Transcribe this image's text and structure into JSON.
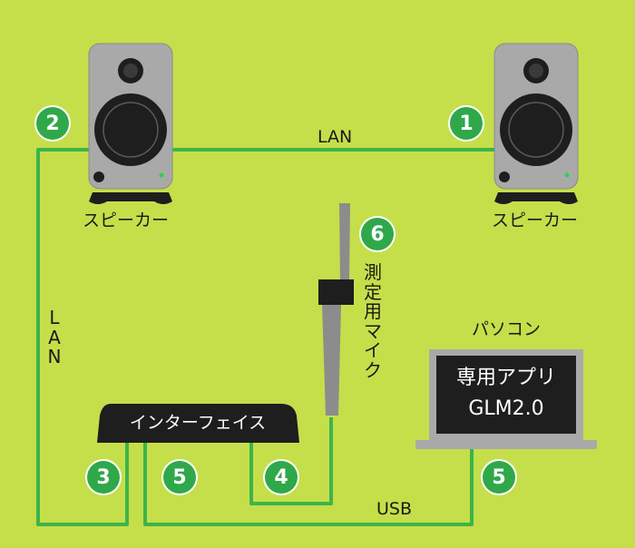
{
  "colors": {
    "background": "#c5df4a",
    "cable": "#3cb44b",
    "badge": "#2fa84a",
    "speaker_body": "#a9a9a9",
    "dark": "#1e1e1e"
  },
  "speakers": [
    {
      "label": "スピーカー",
      "badge": "1"
    },
    {
      "label": "スピーカー",
      "badge": "2"
    }
  ],
  "cables": {
    "lan_top": "LAN",
    "lan_side": "LAN",
    "usb": "USB"
  },
  "interface": {
    "label": "インターフェイス",
    "badge_lan": "3",
    "badge_usb": "5",
    "badge_mic": "4"
  },
  "mic": {
    "label": "測定用マイク",
    "badge": "6"
  },
  "pc": {
    "label": "パソコン",
    "screen_line1": "専用アプリ",
    "screen_line2": "GLM2.0",
    "badge": "5"
  }
}
